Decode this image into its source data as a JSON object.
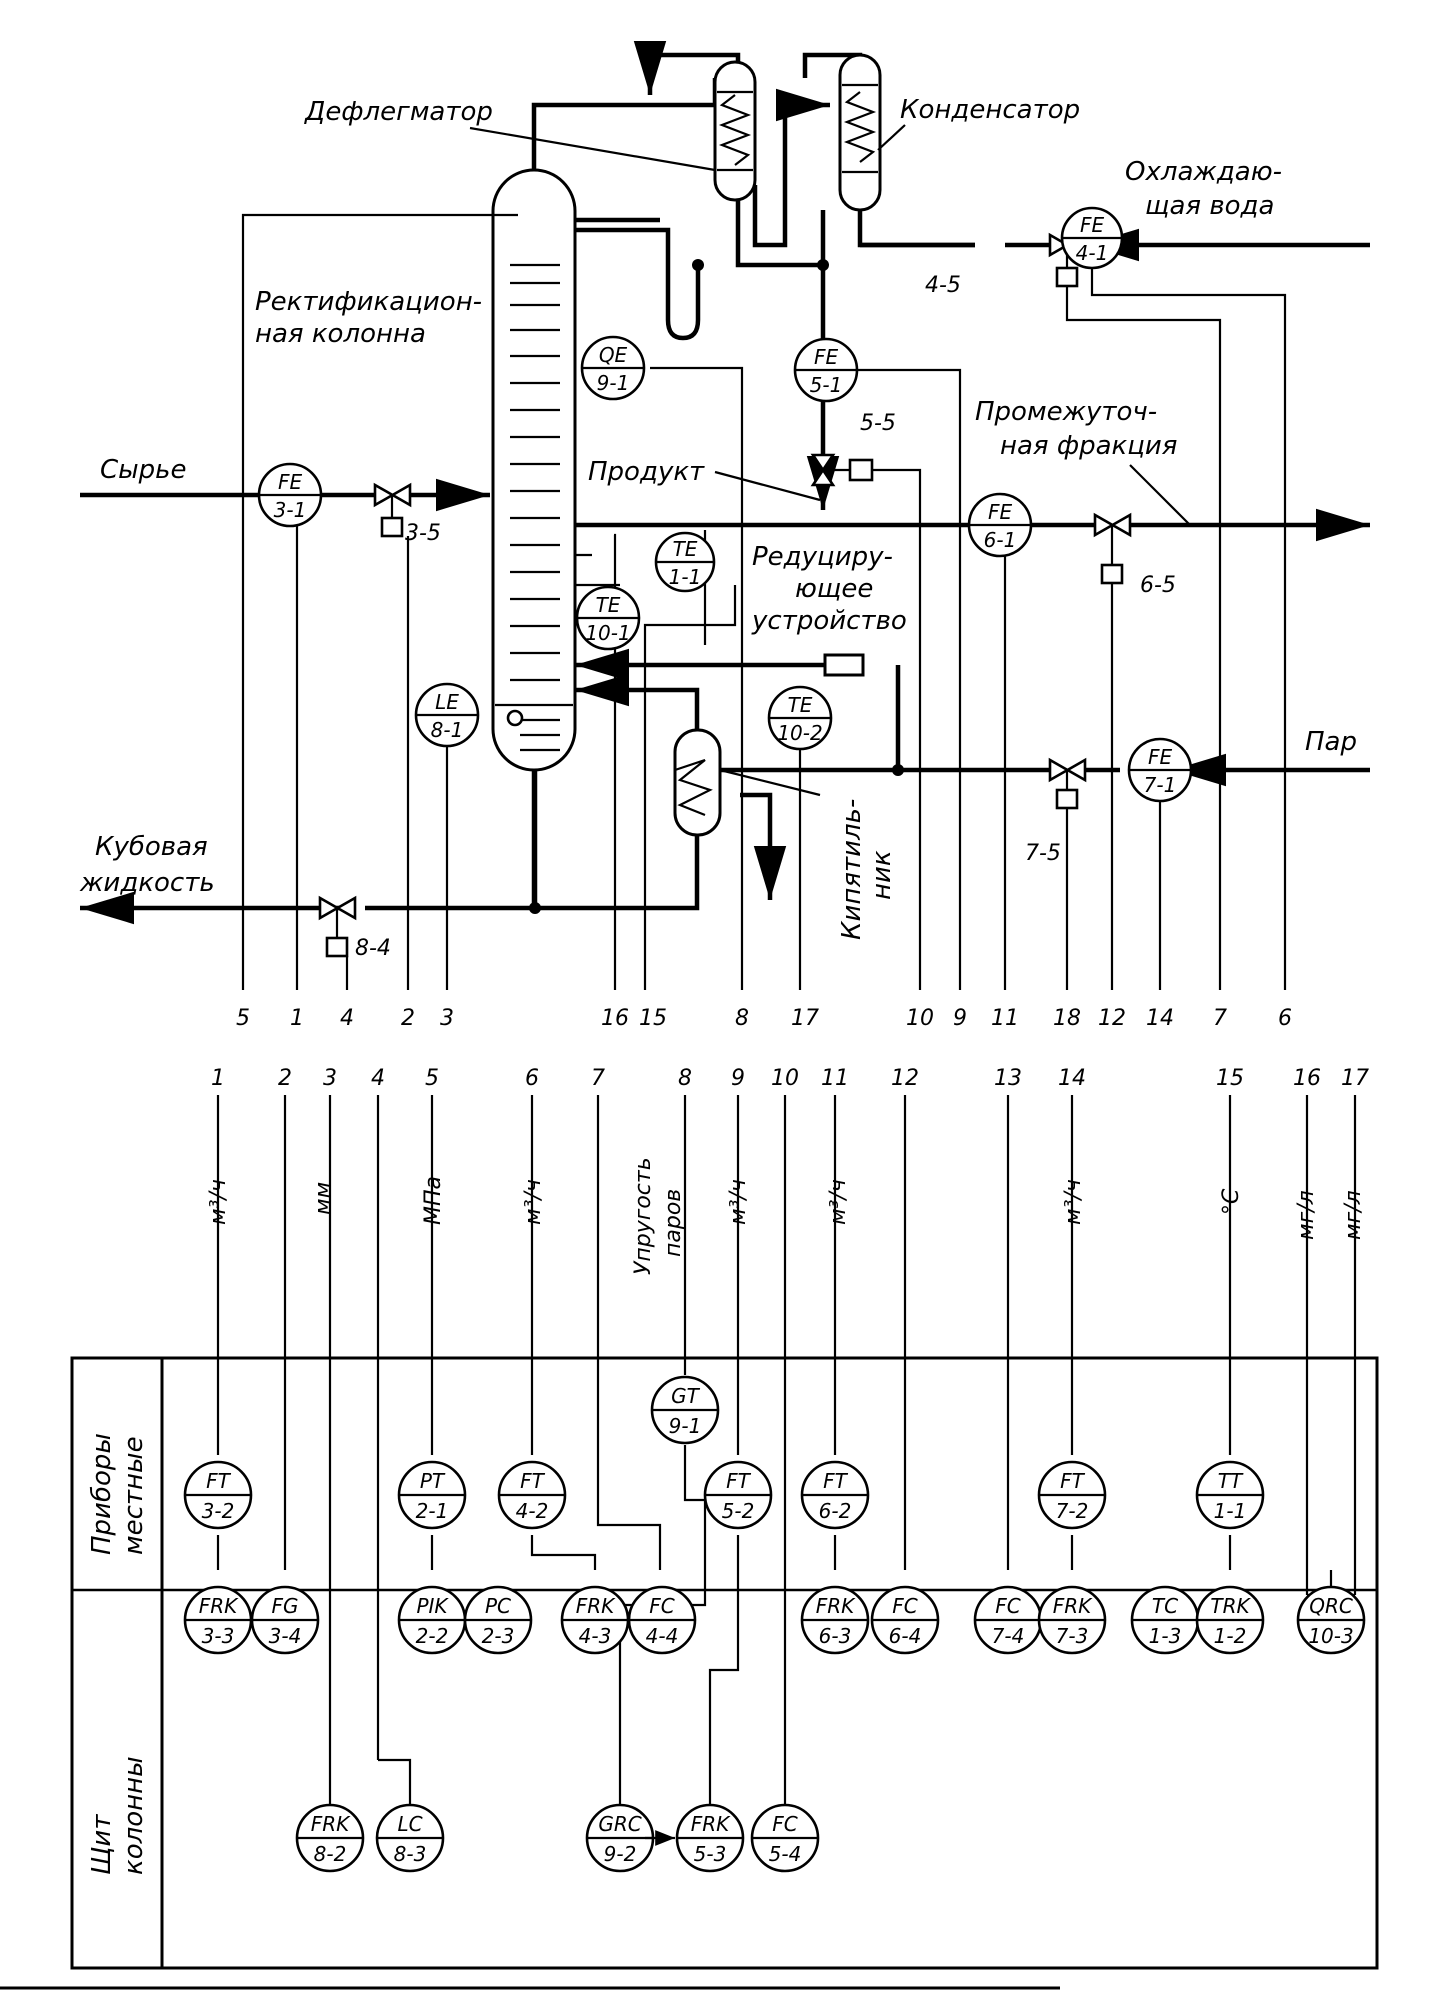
{
  "equipment": {
    "column": "Ректификацион-\nная колонна",
    "dephlegmator": "Дефлегматор",
    "condenser": "Конденсатор",
    "reboiler": "Кипятиль-\nник",
    "reducer": "Редуциру-\nющее\nустройство"
  },
  "streams": {
    "feed": "Сырье",
    "cooling_water": "Охлаждаю-\nщая вода",
    "product": "Продукт",
    "intermediate": "Промежуточ-\nная фракция",
    "steam": "Пар",
    "bottoms": "Кубовая\nжидкость"
  },
  "field_instruments": [
    {
      "id": "qe91",
      "top": "QE",
      "bottom": "9-1"
    },
    {
      "id": "fe41",
      "top": "FE",
      "bottom": "4-1"
    },
    {
      "id": "fe51",
      "top": "FE",
      "bottom": "5-1"
    },
    {
      "id": "fe31",
      "top": "FE",
      "bottom": "3-1"
    },
    {
      "id": "fe61",
      "top": "FE",
      "bottom": "6-1"
    },
    {
      "id": "te11",
      "top": "TE",
      "bottom": "1-1"
    },
    {
      "id": "te101",
      "top": "TE",
      "bottom": "10-1"
    },
    {
      "id": "le81",
      "top": "LE",
      "bottom": "8-1"
    },
    {
      "id": "te102",
      "top": "TE",
      "bottom": "10-2"
    },
    {
      "id": "fe71",
      "top": "FE",
      "bottom": "7-1"
    }
  ],
  "valve_tags": {
    "v45": "4-5",
    "v55": "5-5",
    "v35": "3-5",
    "v65": "6-5",
    "v75": "7-5",
    "v84": "8-4"
  },
  "line_numbers_top": [
    "5",
    "1",
    "4",
    "2",
    "3",
    "16",
    "15",
    "8",
    "17",
    "10",
    "9",
    "11",
    "18",
    "12",
    "14",
    "7",
    "6"
  ],
  "line_numbers_mid": [
    "1",
    "2",
    "3",
    "4",
    "5",
    "6",
    "7",
    "8",
    "9",
    "10",
    "11",
    "12",
    "13",
    "14",
    "15",
    "16",
    "17"
  ],
  "units": [
    "м³/ч",
    "мм",
    "МПа",
    "м³/ч",
    "Упругость\nпаров",
    "м³/ч",
    "м³/ч",
    "м³/ч",
    "°С",
    "мг/л",
    "мг/л"
  ],
  "panel": {
    "local_label": "Приборы\nместные",
    "board_label": "Щит\nколонны",
    "local": [
      {
        "id": "gt91",
        "top": "GT",
        "bottom": "9-1"
      },
      {
        "id": "ft32",
        "top": "FT",
        "bottom": "3-2"
      },
      {
        "id": "pt21",
        "top": "PT",
        "bottom": "2-1"
      },
      {
        "id": "ft42",
        "top": "FT",
        "bottom": "4-2"
      },
      {
        "id": "ft52",
        "top": "FT",
        "bottom": "5-2"
      },
      {
        "id": "ft62",
        "top": "FT",
        "bottom": "6-2"
      },
      {
        "id": "ft72",
        "top": "FT",
        "bottom": "7-2"
      },
      {
        "id": "tt11",
        "top": "TT",
        "bottom": "1-1"
      }
    ],
    "board_upper": [
      {
        "id": "frk33",
        "top": "FRK",
        "bottom": "3-3"
      },
      {
        "id": "fg34",
        "top": "FG",
        "bottom": "3-4"
      },
      {
        "id": "pik22",
        "top": "PIK",
        "bottom": "2-2"
      },
      {
        "id": "pc23",
        "top": "PC",
        "bottom": "2-3"
      },
      {
        "id": "frk43",
        "top": "FRK",
        "bottom": "4-3"
      },
      {
        "id": "fc44",
        "top": "FC",
        "bottom": "4-4"
      },
      {
        "id": "frk63",
        "top": "FRK",
        "bottom": "6-3"
      },
      {
        "id": "fc64",
        "top": "FC",
        "bottom": "6-4"
      },
      {
        "id": "fc74",
        "top": "FC",
        "bottom": "7-4"
      },
      {
        "id": "frk73",
        "top": "FRK",
        "bottom": "7-3"
      },
      {
        "id": "tc13",
        "top": "TC",
        "bottom": "1-3"
      },
      {
        "id": "trk12",
        "top": "TRK",
        "bottom": "1-2"
      },
      {
        "id": "qrc103",
        "top": "QRC",
        "bottom": "10-3"
      }
    ],
    "board_lower": [
      {
        "id": "frk82",
        "top": "FRK",
        "bottom": "8-2"
      },
      {
        "id": "lc83",
        "top": "LC",
        "bottom": "8-3"
      },
      {
        "id": "grc92",
        "top": "GRC",
        "bottom": "9-2"
      },
      {
        "id": "frk53",
        "top": "FRK",
        "bottom": "5-3"
      },
      {
        "id": "fc54",
        "top": "FC",
        "bottom": "5-4"
      }
    ]
  }
}
